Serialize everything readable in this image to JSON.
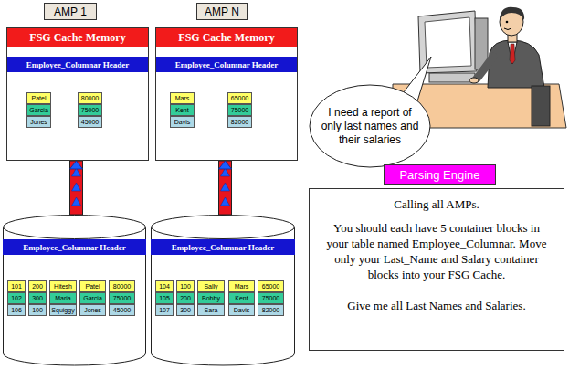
{
  "diagram": {
    "nodes": [
      {
        "text": [
          "AMP 1"
        ]
      },
      {
        "text": [
          "FSG Cache Memory",
          "Employee_Columnar Header"
        ]
      },
      {
        "text": [
          "Patel"
        ],
        "in": 1
      },
      {
        "text": [
          "Garcia"
        ],
        "in": 1
      },
      {
        "text": [
          "Jones"
        ],
        "in": 1
      },
      {
        "text": [
          "80000"
        ],
        "in": 1
      },
      {
        "text": [
          "75000"
        ],
        "in": 1
      },
      {
        "text": [
          "45000"
        ],
        "in": 1
      },
      {
        "text": [
          "AMP N"
        ]
      },
      {
        "text": [
          "FSG Cache Memory",
          "Employee_Columnar Header"
        ]
      },
      {
        "text": [
          "Mars"
        ],
        "in": 9
      },
      {
        "text": [
          "Kent"
        ],
        "in": 9
      },
      {
        "text": [
          "Davis"
        ],
        "in": 9
      },
      {
        "text": [
          "65000"
        ],
        "in": 9
      },
      {
        "text": [
          "75000"
        ],
        "in": 9
      },
      {
        "text": [
          "82000"
        ],
        "in": 9
      },
      {
        "text": [
          "Employee_Columnar Header"
        ]
      },
      {
        "text": [
          "101"
        ],
        "in": 16
      },
      {
        "text": [
          "102"
        ],
        "in": 16
      },
      {
        "text": [
          "106"
        ],
        "in": 16
      },
      {
        "text": [
          "200"
        ],
        "in": 16
      },
      {
        "text": [
          "300"
        ],
        "in": 16
      },
      {
        "text": [
          "100"
        ],
        "in": 16
      },
      {
        "text": [
          "Hitesh"
        ],
        "in": 16
      },
      {
        "text": [
          "Maria"
        ],
        "in": 16
      },
      {
        "text": [
          "Squiggy"
        ],
        "in": 16
      },
      {
        "text": [
          "Patel"
        ],
        "in": 16
      },
      {
        "text": [
          "Garcia"
        ],
        "in": 16
      },
      {
        "text": [
          "Jones"
        ],
        "in": 16
      },
      {
        "text": [
          "80000"
        ],
        "in": 16
      },
      {
        "text": [
          "75000"
        ],
        "in": 16
      },
      {
        "text": [
          "45000"
        ],
        "in": 16
      },
      {
        "text": [
          "Employee_Columnar Header"
        ]
      },
      {
        "text": [
          "104"
        ],
        "in": 32
      },
      {
        "text": [
          "105"
        ],
        "in": 32
      },
      {
        "text": [
          "107"
        ],
        "in": 32
      },
      {
        "text": [
          "100"
        ],
        "in": 32
      },
      {
        "text": [
          "200"
        ],
        "in": 32
      },
      {
        "text": [
          "300"
        ],
        "in": 32
      },
      {
        "text": [
          "Sally"
        ],
        "in": 32
      },
      {
        "text": [
          "Bobby"
        ],
        "in": 32
      },
      {
        "text": [
          "Sara"
        ],
        "in": 32
      },
      {
        "text": [
          "Mars"
        ],
        "in": 32
      },
      {
        "text": [
          "Kent"
        ],
        "in": 32
      },
      {
        "text": [
          "Davis"
        ],
        "in": 32
      },
      {
        "text": [
          "65000"
        ],
        "in": 32
      },
      {
        "text": [
          "75000"
        ],
        "in": 32
      },
      {
        "text": [
          "82000"
        ],
        "in": 32
      },
      {
        "text": [
          "I need a report of only last names and their salaries"
        ]
      },
      {
        "text": [
          "Parsing Engine"
        ]
      },
      {
        "text": [
          "Calling all AMPs.",
          "You should each have 5 container blocks in your table named Employee_Columnar. Move only your Last_Name and Salary container blocks into your FSG Cache.",
          "Give me all Last Names and Salaries."
        ]
      }
    ],
    "edges": [
      {
        "from": 16,
        "to": 1,
        "arrow": "to"
      },
      {
        "from": 32,
        "to": 9,
        "arrow": "to"
      }
    ]
  }
}
